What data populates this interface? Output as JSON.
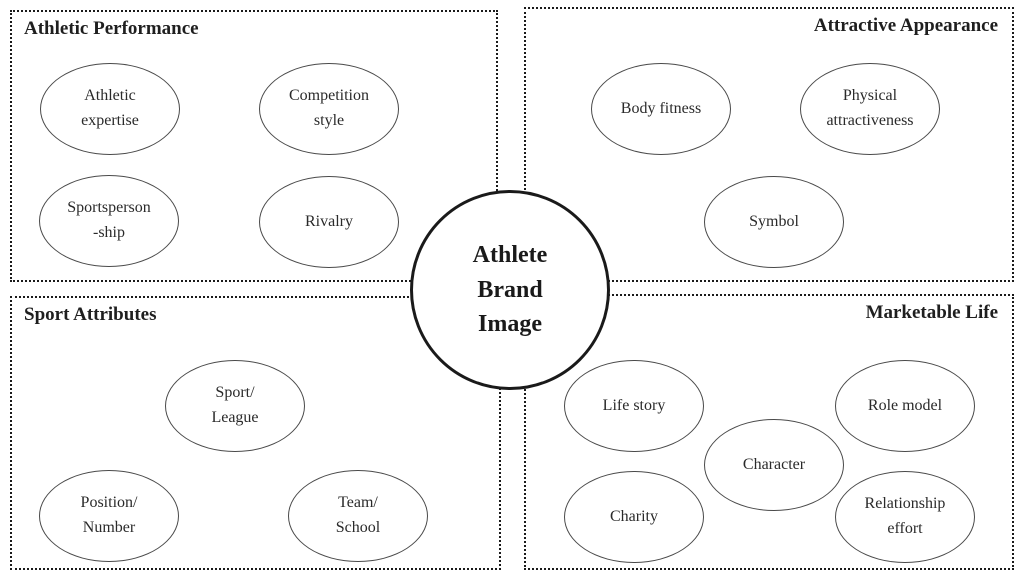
{
  "diagram": {
    "center": {
      "label": "Athlete\nBrand\nImage"
    },
    "quadrants": {
      "athletic_performance": {
        "title": "Athletic Performance",
        "nodes": {
          "athletic_expertise": "Athletic\nexpertise",
          "competition_style": "Competition\nstyle",
          "sportspersonship": "Sportsperson\n-ship",
          "rivalry": "Rivalry"
        }
      },
      "attractive_appearance": {
        "title": "Attractive Appearance",
        "nodes": {
          "body_fitness": "Body fitness",
          "physical_attractiveness": "Physical\nattractiveness",
          "symbol": "Symbol"
        }
      },
      "sport_attributes": {
        "title": "Sport Attributes",
        "nodes": {
          "sport_league": "Sport/\nLeague",
          "position_number": "Position/\nNumber",
          "team_school": "Team/\nSchool"
        }
      },
      "marketable_life": {
        "title": "Marketable Life",
        "nodes": {
          "life_story": "Life story",
          "role_model": "Role model",
          "character": "Character",
          "charity": "Charity",
          "relationship_effort": "Relationship\neffort"
        }
      }
    },
    "colors": {
      "background": "#ffffff",
      "box_border": "#1a1a1a",
      "ellipse_stroke": "#4a4a4a",
      "text": "#1f1f1f"
    }
  }
}
